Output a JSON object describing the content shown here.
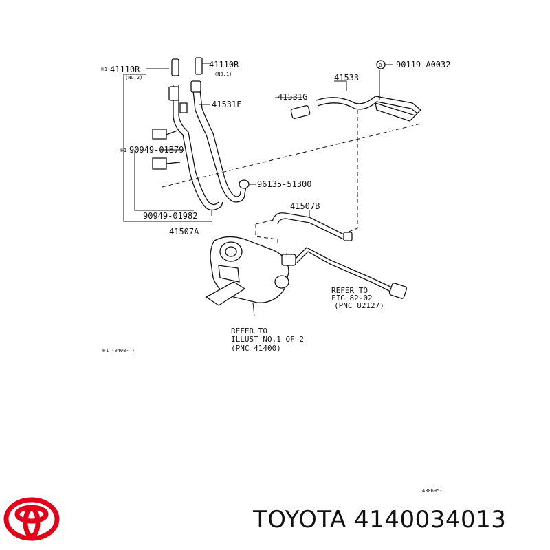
{
  "labels": {
    "p41110r_a": "41110R",
    "p41110r_a_note": "(NO.2)",
    "p41110r_b": "41110R",
    "p41110r_b_note": "(NO.1)",
    "p90119": "90119-A0032",
    "p90119_marker": "B",
    "p41533": "41533",
    "p41531g": "41531G",
    "p41531f": "41531F",
    "p90949_01b79": "90949-01B79",
    "p96135": "96135-51300",
    "p41507b": "41507B",
    "p90949_01982": "90949-01982",
    "p41507a": "41507A",
    "asterisk_1": "※1",
    "asterisk_2": "※1"
  },
  "refer_right": {
    "line1": "REFER TO",
    "line2": "FIG 82-02",
    "line3": "(PNC 82127)"
  },
  "refer_bottom": {
    "line1": "REFER TO",
    "line2": "ILLUST NO.1 OF 2",
    "line3": "(PNC 41400)"
  },
  "footnote": "※1 (0408-        )",
  "figure_code": "430695-C",
  "brand": {
    "name": "TOYOTA",
    "part_number": "4140034013",
    "logo_color": "#e3001b"
  }
}
